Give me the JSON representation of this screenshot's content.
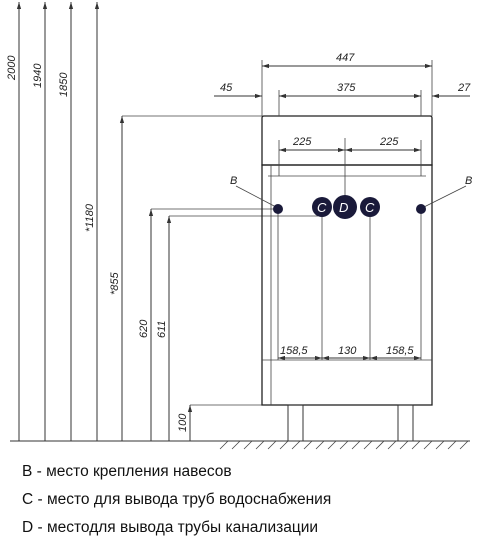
{
  "dimensions": {
    "total_height": "2000",
    "height_1940": "1940",
    "height_1850": "1850",
    "height_1180": "*1180",
    "height_855": "*855",
    "height_620": "620",
    "height_611": "611",
    "leg_height": "100",
    "overall_width": "447",
    "inner_width": "375",
    "left_offset": "45",
    "right_offset": "27",
    "half_left": "225",
    "half_right": "225",
    "bottom_left": "158,5",
    "bottom_center": "130",
    "bottom_right": "158,5"
  },
  "markers": {
    "b_left_label": "B",
    "b_right_label": "B",
    "c_left": "C",
    "d_center": "D",
    "c_right": "C"
  },
  "legend": [
    {
      "letter": "B",
      "text": " - место крепления навесов"
    },
    {
      "letter": "C",
      "text": " - место для вывода труб водоснабжения"
    },
    {
      "letter": "D",
      "text": " - местодля вывода трубы канализации"
    }
  ],
  "colors": {
    "marker_fill": "#1a1a3a",
    "line": "#333333"
  }
}
